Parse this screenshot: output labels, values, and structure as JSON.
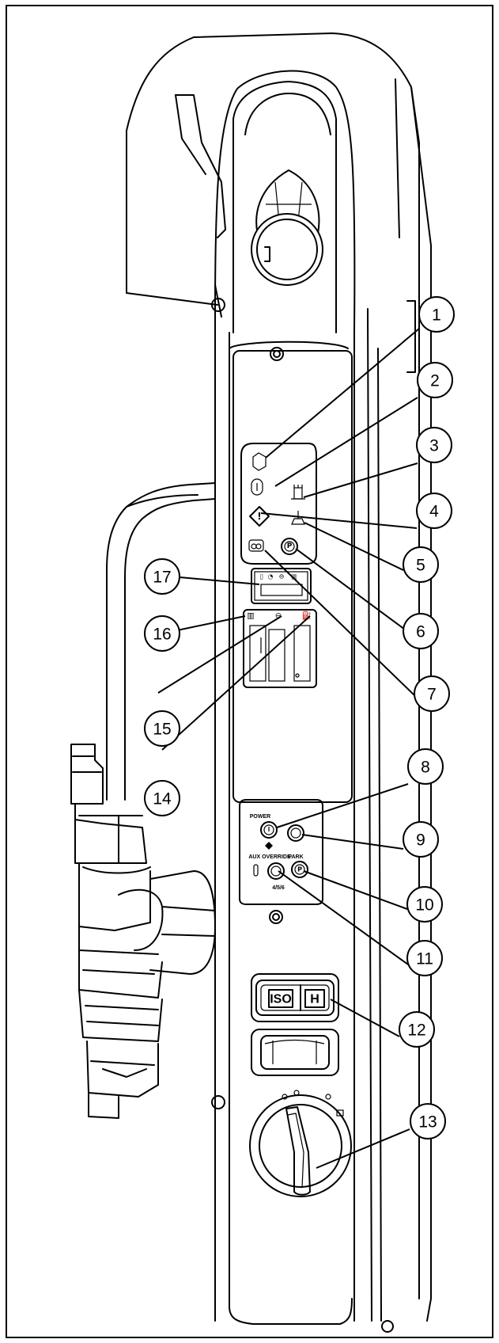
{
  "callouts": [
    {
      "num": "1"
    },
    {
      "num": "2"
    },
    {
      "num": "3"
    },
    {
      "num": "4"
    },
    {
      "num": "5"
    },
    {
      "num": "6"
    },
    {
      "num": "7"
    },
    {
      "num": "8"
    },
    {
      "num": "9"
    },
    {
      "num": "10"
    },
    {
      "num": "11"
    },
    {
      "num": "12"
    },
    {
      "num": "13"
    },
    {
      "num": "14"
    },
    {
      "num": "15"
    },
    {
      "num": "16"
    },
    {
      "num": "17"
    }
  ],
  "panel_labels": {
    "power": "POWER",
    "aux_override": "AUX OVERRIDE",
    "aux_sub": "4/5/6",
    "park": "PARK"
  },
  "switch_labels": {
    "iso": "ISO",
    "h": "H"
  },
  "icons": {
    "hydraulic_filter": "hexagon-icon",
    "hydraulic_temp": "thermometer-icon",
    "engine_coolant": "coolant-temp-icon",
    "general_warning": "warning-diamond-icon",
    "glow_plug": "glow-plug-icon",
    "park_brake": "park-brake-icon",
    "air_filter": "air-filter-icon"
  }
}
